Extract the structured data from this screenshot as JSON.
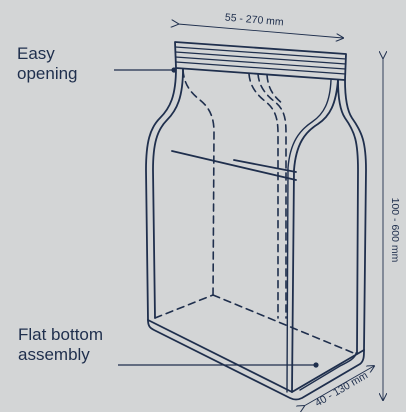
{
  "labels": {
    "easy_opening": [
      "Easy",
      "opening"
    ],
    "flat_bottom": [
      "Flat bottom",
      "assembly"
    ]
  },
  "dimensions": {
    "width": "55 - 270 mm",
    "height": "100 - 600 mm",
    "depth": "40 - 130 mm"
  },
  "colors": {
    "background": "#d3d5d6",
    "line": "#1f2f4d"
  }
}
